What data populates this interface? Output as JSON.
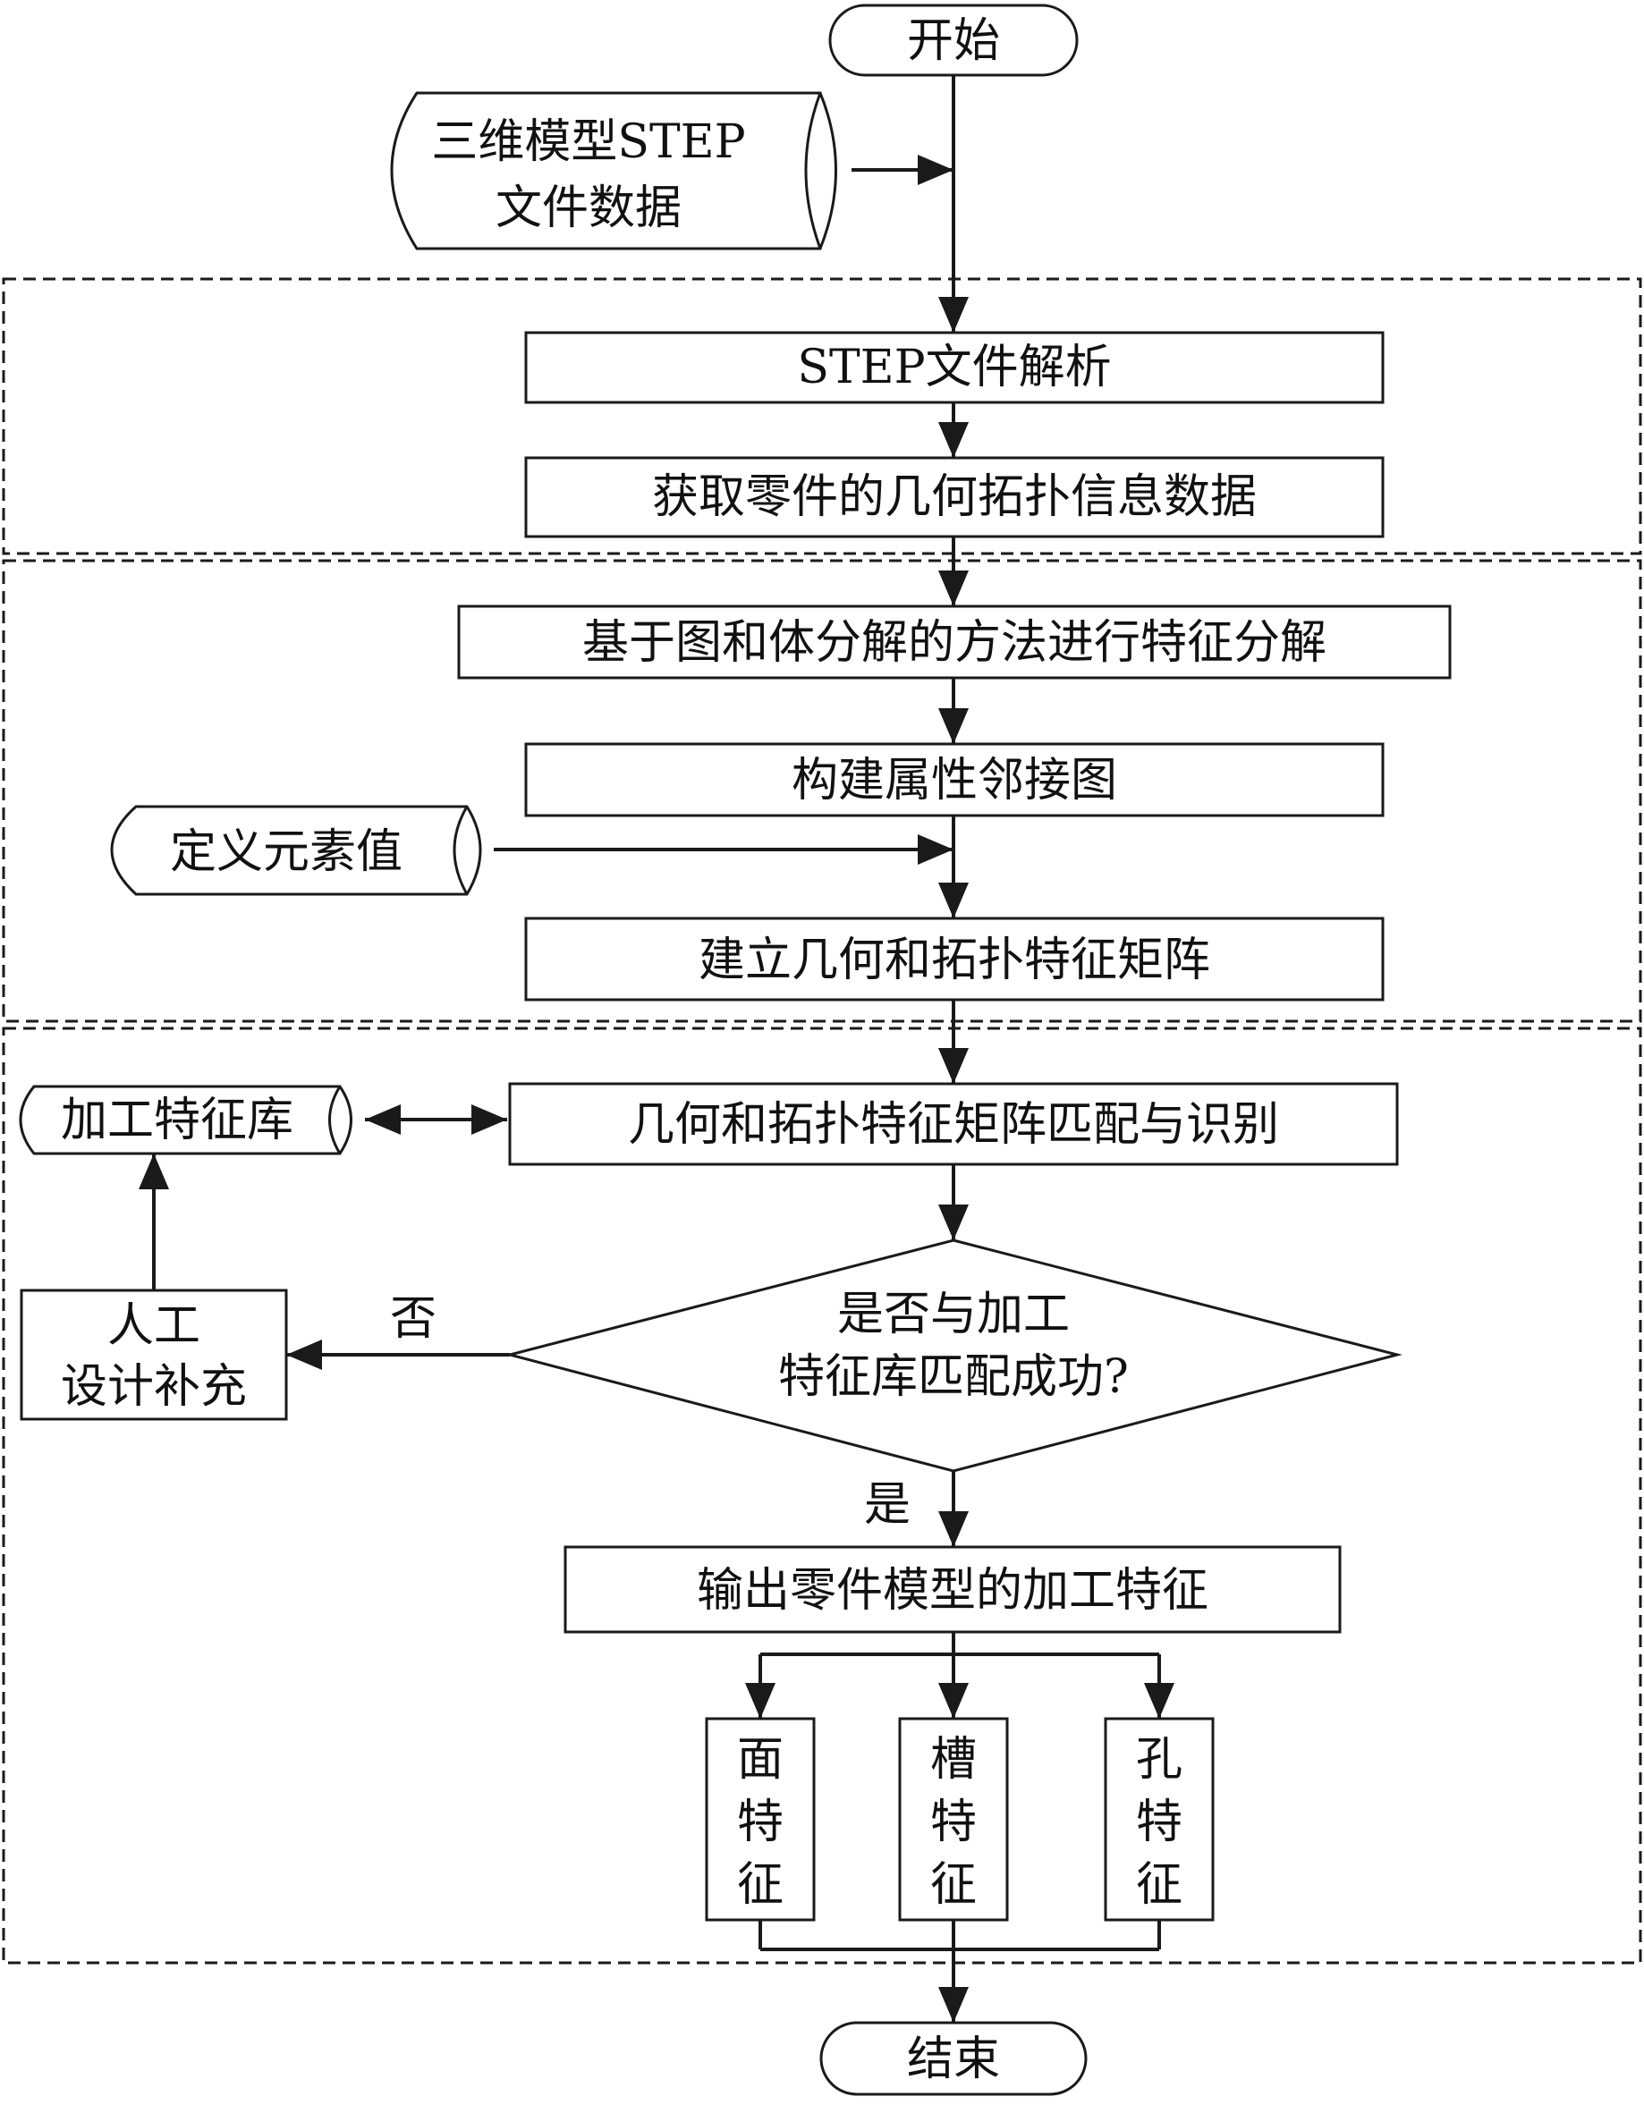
{
  "colors": {
    "stroke": "#1a1a1a",
    "text": "#111111",
    "background": "#ffffff"
  },
  "nodes": {
    "start": "开始",
    "step_input_line1": "三维模型STEP",
    "step_input_line2": "文件数据",
    "parse_step": "STEP文件解析",
    "get_topology": "获取零件的几何拓扑信息数据",
    "decompose": "基于图和体分解的方法进行特征分解",
    "build_aag": "构建属性邻接图",
    "define_element_values": "定义元素值",
    "build_matrix": "建立几何和拓扑特征矩阵",
    "match_identify": "几何和拓扑特征矩阵匹配与识别",
    "feature_library": "加工特征库",
    "decision_line1": "是否与加工",
    "decision_line2": "特征库匹配成功?",
    "manual_line1": "人工",
    "manual_line2": "设计补充",
    "label_no": "否",
    "label_yes": "是",
    "output_features": "输出零件模型的加工特征",
    "face_feature": [
      "面",
      "特",
      "征"
    ],
    "slot_feature": [
      "槽",
      "特",
      "征"
    ],
    "hole_feature": [
      "孔",
      "特",
      "征"
    ],
    "end": "结束"
  },
  "icons": {
    "arrow": "arrowhead-icon",
    "data_store": "cylinder-icon"
  }
}
